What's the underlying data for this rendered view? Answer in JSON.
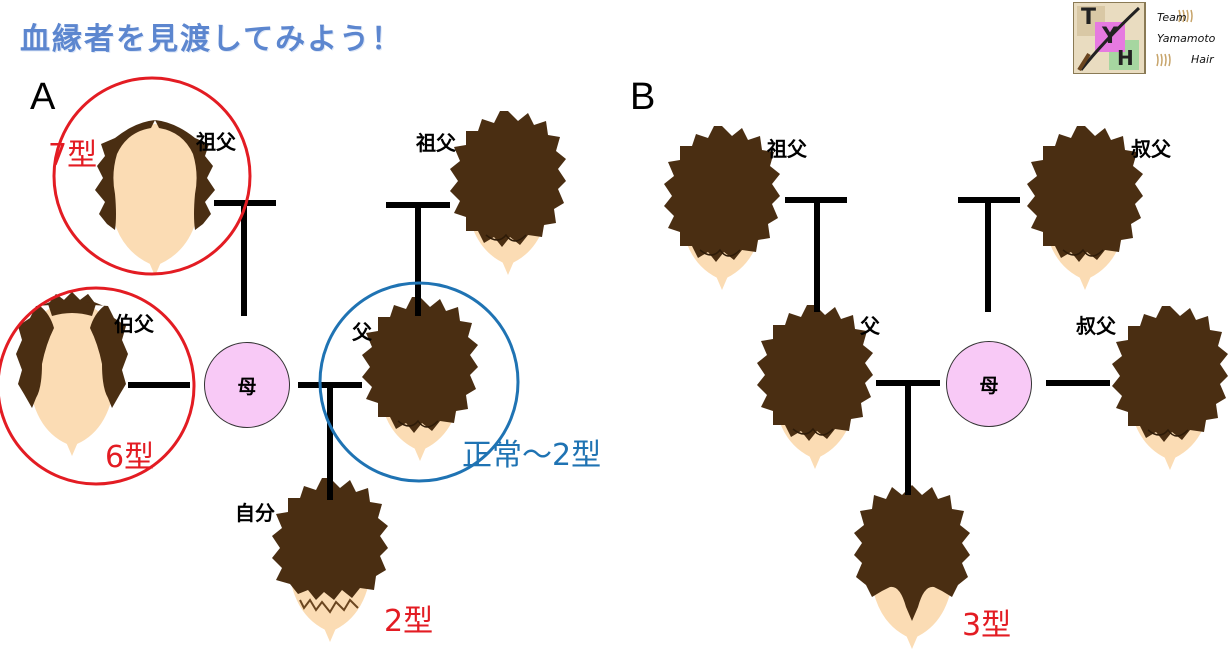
{
  "title": "血縁者を見渡してみよう！",
  "logo": {
    "letters": [
      "T",
      "Y",
      "H"
    ],
    "line1": "Team",
    "line2": "Yamamoto",
    "line3": "Hair"
  },
  "panel_a": {
    "label": "A",
    "grandfather_left": "祖父",
    "grandfather_right": "祖父",
    "uncle": "伯父",
    "mother": "母",
    "father": "父",
    "self": "自分",
    "type_grandfather": "7型",
    "type_uncle": "6型",
    "type_father": "正常～2型",
    "type_self": "2型"
  },
  "panel_b": {
    "label": "B",
    "grandfather": "祖父",
    "uncle_top": "叔父",
    "father": "父",
    "mother": "母",
    "uncle_right": "叔父",
    "type_child": "3型"
  },
  "colors": {
    "red": "#e31c23",
    "blue": "#1f73b3",
    "hair": "#4a2e12",
    "skin": "#fde3c0",
    "mother_fill": "#f8c9f6"
  }
}
